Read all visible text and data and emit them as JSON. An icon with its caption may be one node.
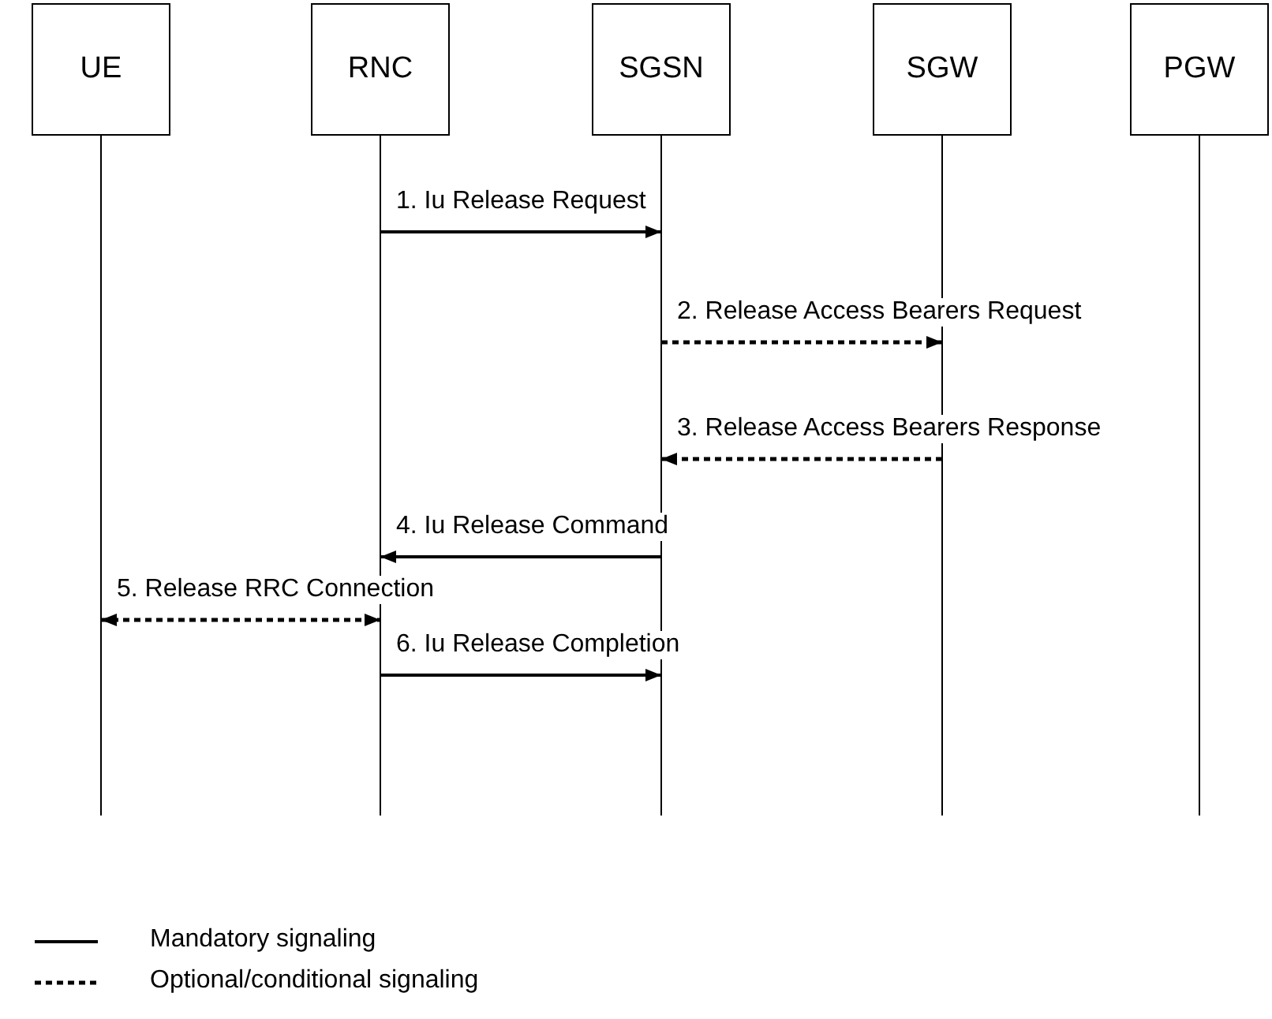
{
  "diagram": {
    "nodes": [
      {
        "text": [
          "UE"
        ]
      },
      {
        "text": [
          "RNC"
        ]
      },
      {
        "text": [
          "SGSN"
        ]
      },
      {
        "text": [
          "SGW"
        ]
      },
      {
        "text": [
          "PGW"
        ]
      }
    ],
    "edges": [
      {
        "from": 1,
        "to": 2,
        "arrow": "to",
        "label": "1. Iu Release Request"
      },
      {
        "from": 2,
        "to": 3,
        "arrow": "to",
        "label": "2. Release Access Bearers Request",
        "style": "dashed"
      },
      {
        "from": 3,
        "to": 2,
        "arrow": "to",
        "label": "3. Release Access Bearers Response",
        "style": "dashed"
      },
      {
        "from": 2,
        "to": 1,
        "arrow": "to",
        "label": "4. Iu Release Command"
      },
      {
        "from": 0,
        "to": 1,
        "arrow": "both",
        "label": "5. Release RRC Connection",
        "style": "dashed"
      },
      {
        "from": 1,
        "to": 2,
        "arrow": "to",
        "label": "6. Iu Release Completion"
      }
    ],
    "legend": [
      {
        "text": "Mandatory signaling"
      },
      {
        "text": "Optional/conditional signaling"
      }
    ]
  }
}
